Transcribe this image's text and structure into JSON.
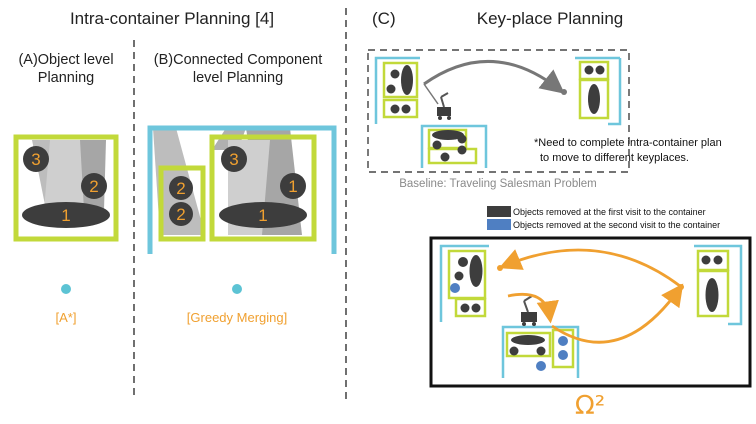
{
  "colors": {
    "accent_orange": "#f0a030",
    "container_green": "#c2d93a",
    "container_blue": "#6ec6dc",
    "object_dark": "#3d3d3d",
    "object_blue": "#4f7fc2",
    "beam_gray": "#b8b8b8",
    "region_dot": "#5cc3d4"
  },
  "left_section": {
    "title": "Intra-container Planning [4]",
    "panel_a": {
      "label_line1": "(A)Object level",
      "label_line2": "Planning",
      "object_labels": [
        "3",
        "2",
        "1"
      ],
      "algorithm": "[A*]"
    },
    "panel_b": {
      "label_line1": "(B)Connected Component",
      "label_line2": "level Planning",
      "object_labels": [
        "2",
        "2",
        "3",
        "1",
        "1"
      ],
      "algorithm": "[Greedy Merging]"
    }
  },
  "right_section": {
    "title": "(C)",
    "title_main": "Key-place Planning",
    "baseline": {
      "note_line1": "*Need to complete intra-container plan",
      "note_line2": "to move to different keyplaces.",
      "caption": "Baseline: Traveling Salesman Problem"
    },
    "legend": {
      "first_visit": "Objects removed at the first visit to the container",
      "second_visit": "Objects removed at the second visit to the container"
    },
    "method_label": "Ω²"
  }
}
